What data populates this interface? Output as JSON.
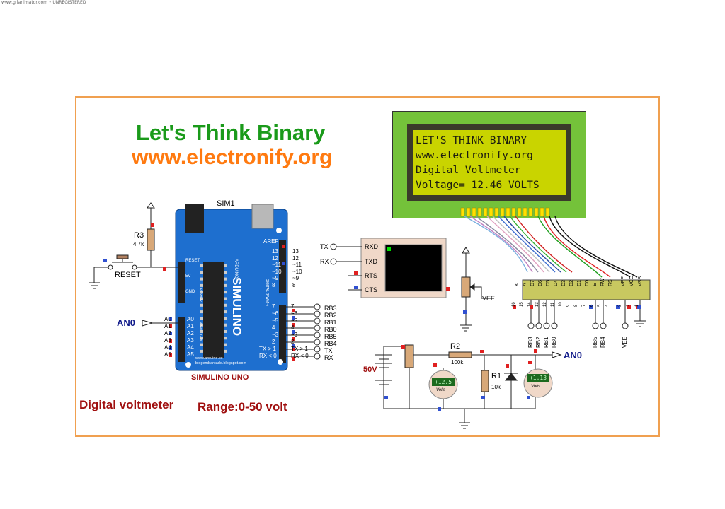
{
  "watermark": "www.gifanimator.com • UNREGISTERED",
  "header": {
    "title": "Let's Think Binary",
    "website": "www.electronify.org"
  },
  "footer": {
    "description": "Digital voltmeter",
    "range": "Range:0-50 volt"
  },
  "lcd": {
    "lines": [
      "LET'S THINK BINARY",
      "www.electronify.org",
      "Digital Voltmeter",
      "Voltage= 12.46 VOLTS"
    ],
    "pins_top": [
      "K",
      "A",
      "D7",
      "D6",
      "D5",
      "D4",
      "D3",
      "D2",
      "D1",
      "D0",
      "E",
      "RW",
      "RS",
      "VEE",
      "VCC",
      "VSS"
    ],
    "pins_num": [
      "16",
      "15",
      "14",
      "13",
      "12",
      "11",
      "10",
      "9",
      "8",
      "7",
      "6",
      "5",
      "4",
      "3",
      "2",
      "1"
    ],
    "bottom_labels": [
      "RB3",
      "RB2",
      "RB1",
      "RB0",
      "RB5",
      "RB4",
      "VEE"
    ]
  },
  "arduino": {
    "ref": "SIM1",
    "name": "SIMULINO UNO",
    "brand": "SIMULINO",
    "sub_brand": "ARDUINO",
    "footer_text": [
      "www.arduino.cc",
      "blogembarcado.blogspot.com"
    ],
    "top_right": [
      "AREF",
      "13",
      "12",
      "~11",
      "~10",
      "~9",
      "8"
    ],
    "bottom_right": [
      "7",
      "~6",
      "~5",
      "4",
      "~3",
      "2",
      "TX > 1",
      "RX < 0"
    ],
    "left_analog": [
      "A0",
      "A1",
      "A2",
      "A3",
      "A4",
      "A5"
    ],
    "left_power": [
      "RESET",
      "5V",
      "GND"
    ],
    "section_labels": [
      "POWER",
      "ANALOG IN",
      "DIGITAL (PWM~)"
    ],
    "net_labels": [
      "RB3",
      "RB2",
      "RB1",
      "RB0",
      "RB5",
      "RB4",
      "TX",
      "RX"
    ]
  },
  "reset": {
    "resistor_ref": "R3",
    "resistor_value": "4.7k",
    "button_label": "RESET",
    "an0_label": "AN0"
  },
  "terminal": {
    "pins": [
      "RXD",
      "TXD",
      "RTS",
      "CTS"
    ],
    "tx_label": "TX",
    "rx_label": "RX"
  },
  "pot": {
    "label": "VEE"
  },
  "divider": {
    "battery_label": "50V",
    "r2_ref": "R2",
    "r2_value": "100k",
    "r1_ref": "R1",
    "r1_value": "10k",
    "output_label": "AN0",
    "meter1": {
      "reading": "+12.5",
      "unit": "Volts"
    },
    "meter2": {
      "reading": "+1.13",
      "unit": "Volts"
    }
  },
  "colors": {
    "title_green": "#1a9a1a",
    "title_orange": "#ff7a10",
    "footer_red": "#a01010",
    "lcd_green": "#74c23a",
    "lcd_screen": "#c9d400",
    "board_blue": "#1e6fcf",
    "frame_orange": "#f0a050",
    "label_navy": "#101a8a"
  }
}
